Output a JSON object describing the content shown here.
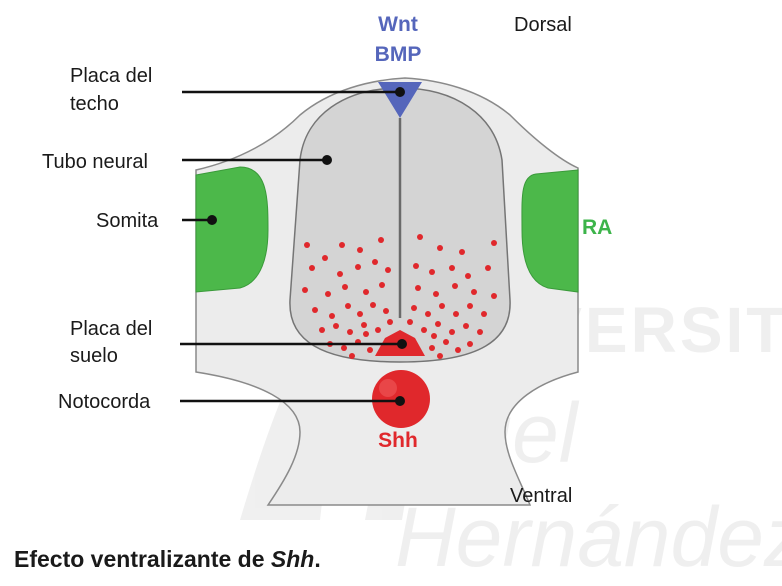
{
  "signals": {
    "dorsal_top": "Wnt",
    "dorsal_bottom": "BMP",
    "lateral": "RA",
    "ventral": "Shh"
  },
  "orientation": {
    "dorsal": "Dorsal",
    "ventral": "Ventral"
  },
  "callouts": {
    "roof_plate_line1": "Placa del",
    "roof_plate_line2": "techo",
    "neural_tube": "Tubo neural",
    "somite": "Somita",
    "floor_plate_line1": "Placa del",
    "floor_plate_line2": "suelo",
    "notochord": "Notocorda"
  },
  "watermark": {
    "word1": "Miguel",
    "word2": "Hernández",
    "word3": "UNIVERSITAS"
  },
  "caption": {
    "prefix": "Efecto ventralizante de ",
    "emphasis": "Shh",
    "suffix": "."
  },
  "colors": {
    "signal_dorsal": "#5566bb",
    "signal_lateral": "#3cb44a",
    "signal_ventral": "#e0282c",
    "tissue_light": "#ececec",
    "neural_tube_fill": "#d4d4d4",
    "outline": "#777777"
  }
}
